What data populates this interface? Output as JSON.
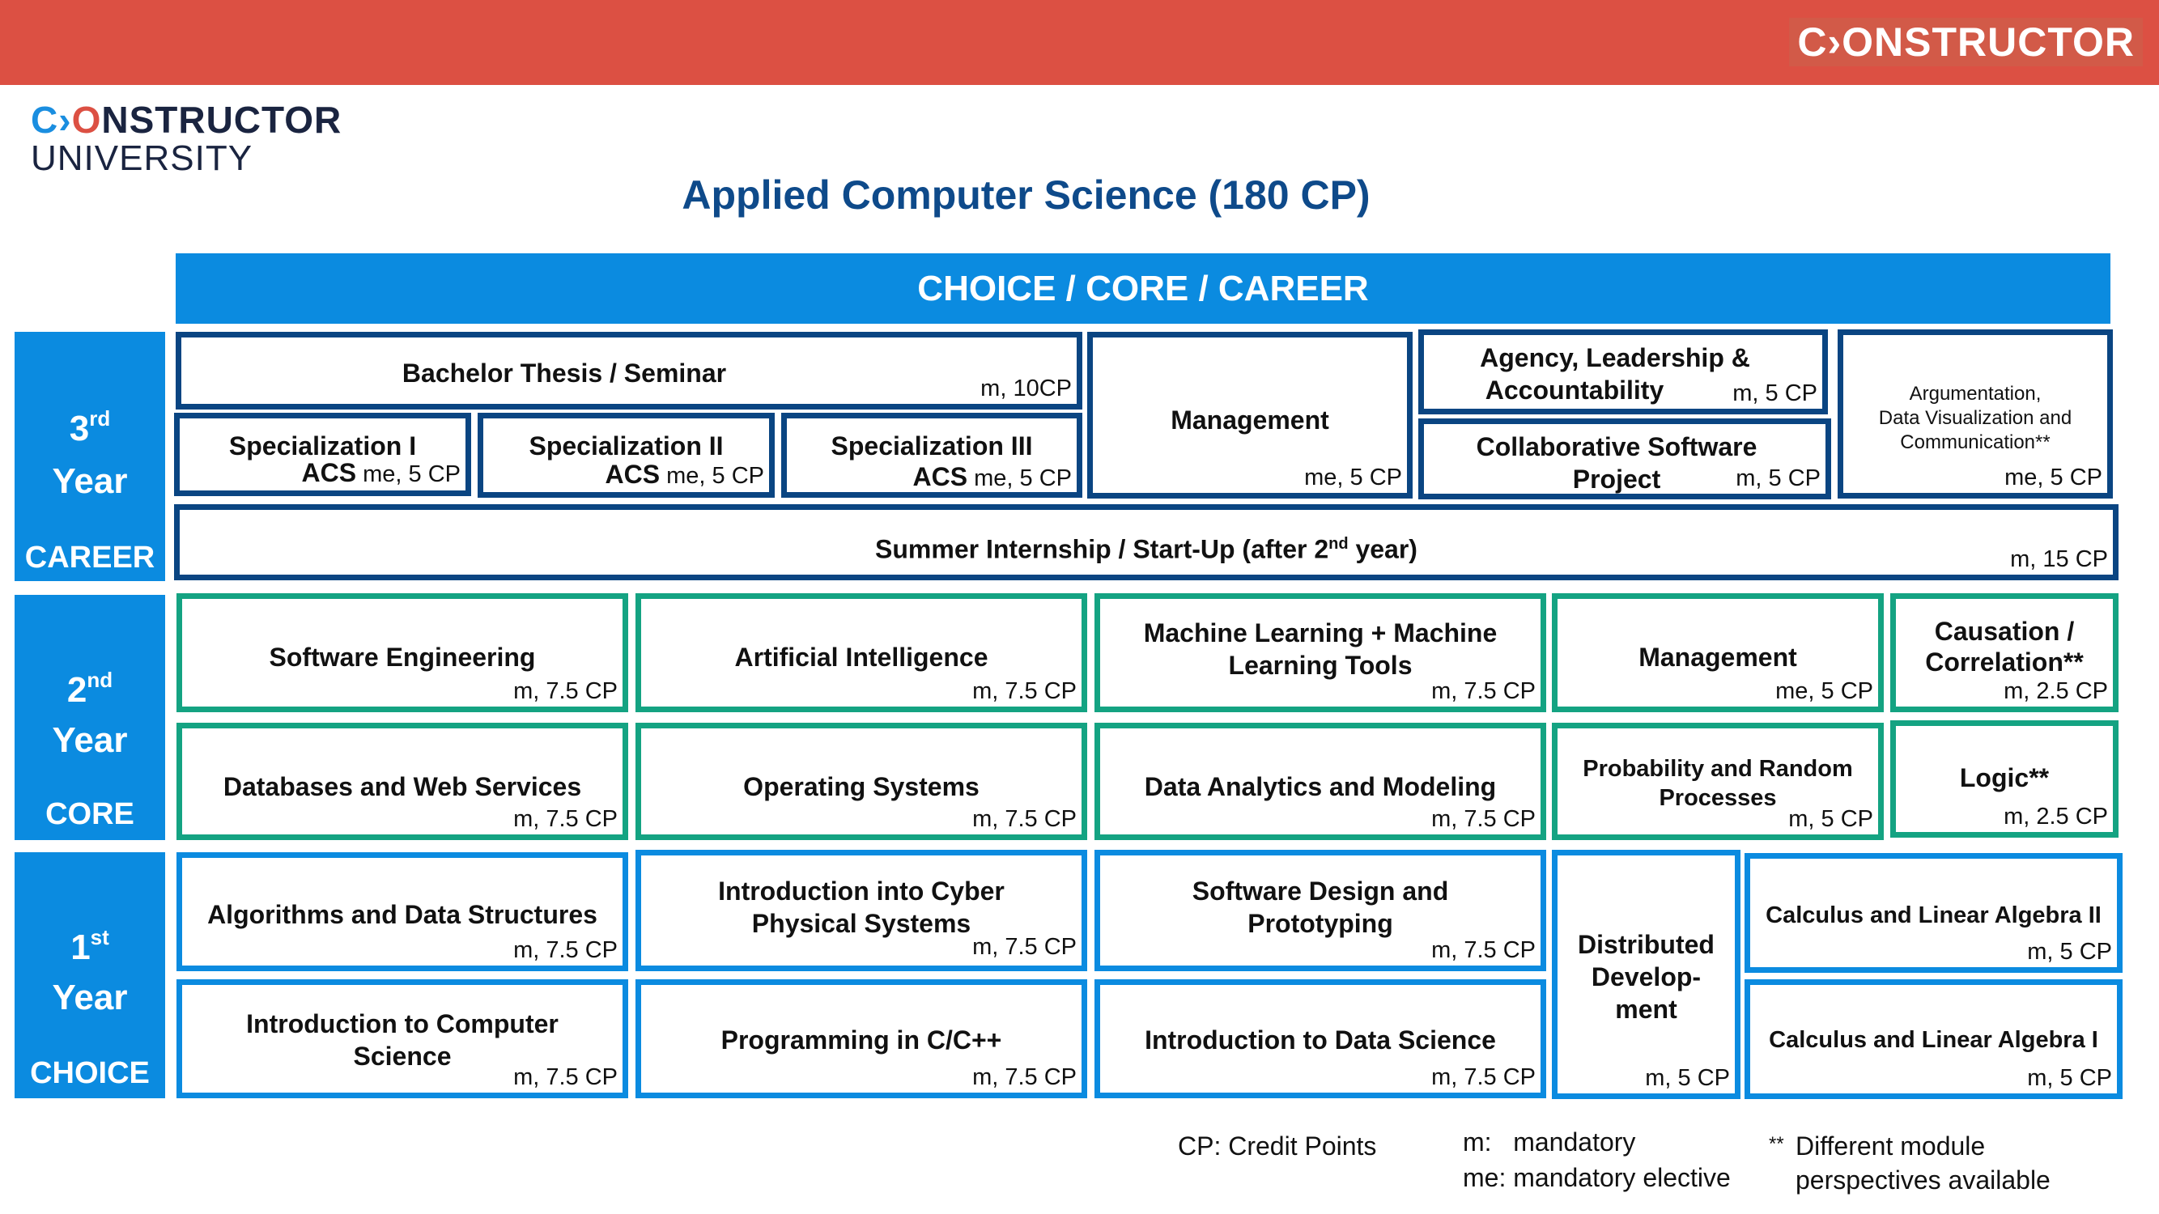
{
  "brand": {
    "top_logo": "C›ONSTRUCTOR",
    "logo_c": "C",
    "logo_arrow": "›",
    "logo_o": "O",
    "logo_rest": "NSTRUCTOR",
    "logo_sub": "UNIVERSITY",
    "colors": {
      "topbar": "#dc5043",
      "blue": "#0b8be0",
      "navy": "#0a4582",
      "green": "#14a382",
      "title": "#0e4a8a"
    }
  },
  "title": "Applied Computer Science (180 CP)",
  "header": "CHOICE / CORE / CAREER",
  "years": [
    {
      "num": "3",
      "suffix": "rd",
      "label": "Year",
      "tag": "CAREER"
    },
    {
      "num": "2",
      "suffix": "nd",
      "label": "Year",
      "tag": "CORE"
    },
    {
      "num": "1",
      "suffix": "st",
      "label": "Year",
      "tag": "CHOICE"
    }
  ],
  "year3": {
    "thesis": {
      "name": "Bachelor Thesis / Seminar",
      "cp": "m, 10CP"
    },
    "spec1": {
      "name": "Specialization I",
      "sub": "ACS",
      "cp": "me, 5 CP"
    },
    "spec2": {
      "name": "Specialization II",
      "sub": "ACS",
      "cp": "me, 5 CP"
    },
    "spec3": {
      "name": "Specialization III",
      "sub": "ACS",
      "cp": "me, 5 CP"
    },
    "management": {
      "name": "Management",
      "cp": "me, 5 CP"
    },
    "agency": {
      "line1": "Agency, Leadership &",
      "line2": "Accountability",
      "cp": "m, 5 CP"
    },
    "collab": {
      "line1": "Collaborative Software",
      "line2": "Project",
      "cp": "m, 5 CP"
    },
    "argumentation": {
      "line1": "Argumentation,",
      "line2": "Data Visualization and",
      "line3": "Communication**",
      "cp": "me, 5 CP"
    },
    "internship": {
      "name_a": "Summer Internship /  Start-Up (after 2",
      "sup": "nd",
      "name_b": " year)",
      "cp": "m, 15 CP"
    }
  },
  "year2": {
    "se": {
      "name": "Software Engineering",
      "cp": "m, 7.5 CP"
    },
    "ai": {
      "name": "Artificial Intelligence",
      "cp": "m, 7.5 CP"
    },
    "ml": {
      "line1": "Machine Learning + Machine",
      "line2": "Learning Tools",
      "cp": "m, 7.5 CP"
    },
    "mgmt": {
      "name": "Management",
      "cp": "me, 5 CP"
    },
    "causation": {
      "line1": "Causation /",
      "line2": "Correlation**",
      "cp": "m, 2.5 CP"
    },
    "db": {
      "name": "Databases and Web Services",
      "cp": "m, 7.5 CP"
    },
    "os": {
      "name": "Operating Systems",
      "cp": "m, 7.5 CP"
    },
    "dam": {
      "name": "Data Analytics and Modeling",
      "cp": "m, 7.5 CP"
    },
    "prob": {
      "line1": "Probability and Random",
      "line2": "Processes",
      "cp": "m, 5 CP"
    },
    "logic": {
      "name": "Logic**",
      "cp": "m, 2.5 CP"
    }
  },
  "year1": {
    "alg": {
      "name": "Algorithms and Data Structures",
      "cp": "m, 7.5 CP"
    },
    "cps": {
      "line1": "Introduction into Cyber",
      "line2": "Physical Systems",
      "cp": "m, 7.5 CP"
    },
    "sdp": {
      "line1": "Software Design and",
      "line2": "Prototyping",
      "cp": "m, 7.5 CP"
    },
    "dist": {
      "line1": "Distributed",
      "line2": "Develop-",
      "line3": "ment",
      "cp": "m, 5 CP"
    },
    "cla2": {
      "name": "Calculus and Linear Algebra II",
      "cp": "m, 5 CP"
    },
    "introcs": {
      "line1": "Introduction to Computer",
      "line2": "Science",
      "cp": "m, 7.5 CP"
    },
    "prog": {
      "name": "Programming in C/C++",
      "cp": "m, 7.5 CP"
    },
    "ids": {
      "name": "Introduction to Data Science",
      "cp": "m, 7.5 CP"
    },
    "cla1": {
      "name": "Calculus and Linear Algebra  I",
      "cp": "m, 5 CP"
    }
  },
  "legend": {
    "cp": "CP: Credit Points",
    "m": "m:   mandatory",
    "me": "me: mandatory elective",
    "stars": "**",
    "diff1": "Different module",
    "diff2": "perspectives available"
  }
}
